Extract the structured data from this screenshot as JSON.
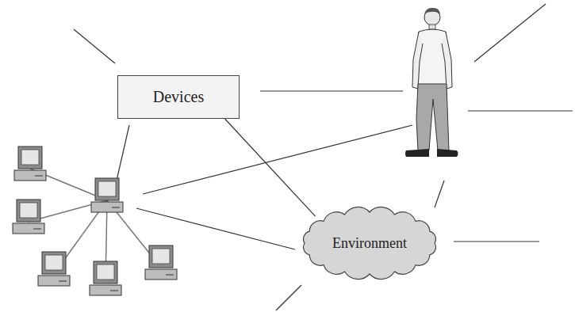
{
  "diagram": {
    "nodes": [
      {
        "text": [
          "Devices"
        ]
      },
      {
        "text": [
          "Environment"
        ]
      }
    ],
    "edges": [
      {
        "from": 0,
        "to": 1,
        "arrow": "none"
      }
    ]
  }
}
